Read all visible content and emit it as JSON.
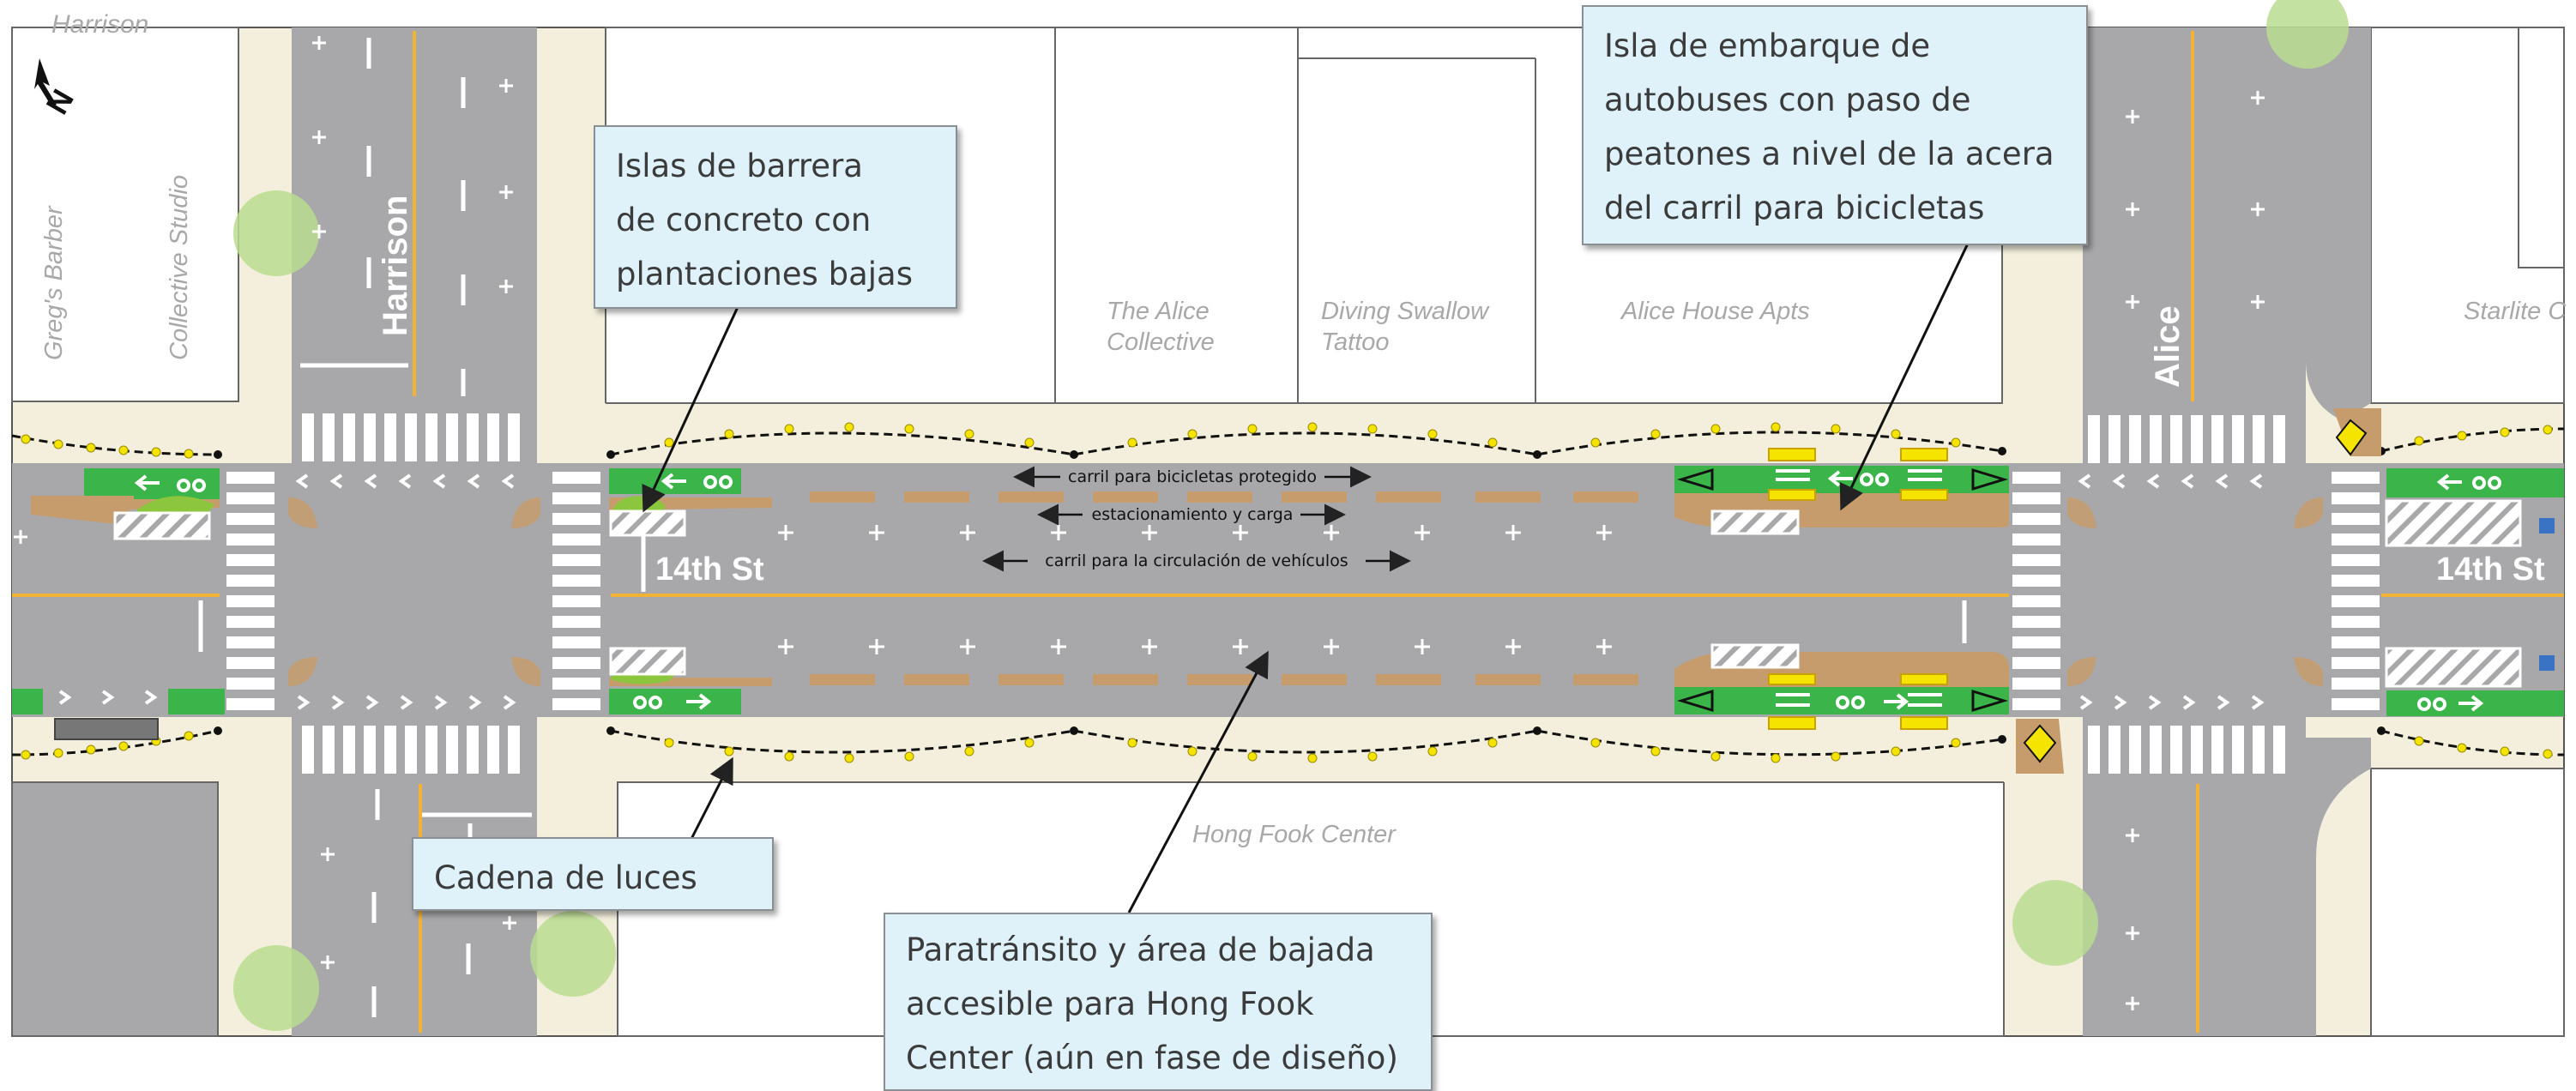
{
  "plan": {
    "north_label": "N",
    "street_labels": {
      "harrison_vertical": "Harrison",
      "harrison_top_cut": "Harrison",
      "alice": "Alice",
      "fourteenth_left": "14th St",
      "fourteenth_right": "14th St"
    },
    "building_labels": {
      "gregs_barber": "Greg's Barber",
      "collective_studio": "Collective Studio",
      "alice_collective": [
        "The Alice",
        "Collective"
      ],
      "diving_swallow": [
        "Diving Swallow",
        "Tattoo"
      ],
      "alice_house": "Alice House Apts",
      "starlite": "Starlite C",
      "hong_fook": "Hong Fook Center"
    },
    "lane_labels": {
      "bike_lane": "carril para bicicletas protegido",
      "parking": "estacionamiento y carga",
      "vehicle_lane": "carril para la circulación de vehículos"
    },
    "callouts": {
      "barrier": [
        "Islas de barrera",
        "de concreto con",
        "plantaciones bajas"
      ],
      "bus_island": [
        "Isla de embarque de",
        "autobuses con paso de",
        "peatones a nivel de la acera",
        "del carril para bicicletas"
      ],
      "lights": [
        "Cadena de luces"
      ],
      "paratransit": [
        "Paratránsito y área de bajada",
        "accesible para Hong Fook",
        "Center (aún en fase de diseño)"
      ]
    },
    "colors": {
      "road": "#a8a8aa",
      "sidewalk": "#f3efdc",
      "bike_lane": "#3bb54a",
      "planting": "#8cc63f",
      "island": "#c69c6d",
      "yellow_line": "#f2b233",
      "light_bulb": "#f5e400",
      "tree": "#b9dc8f",
      "callout_bg": "#dff1f9"
    }
  }
}
